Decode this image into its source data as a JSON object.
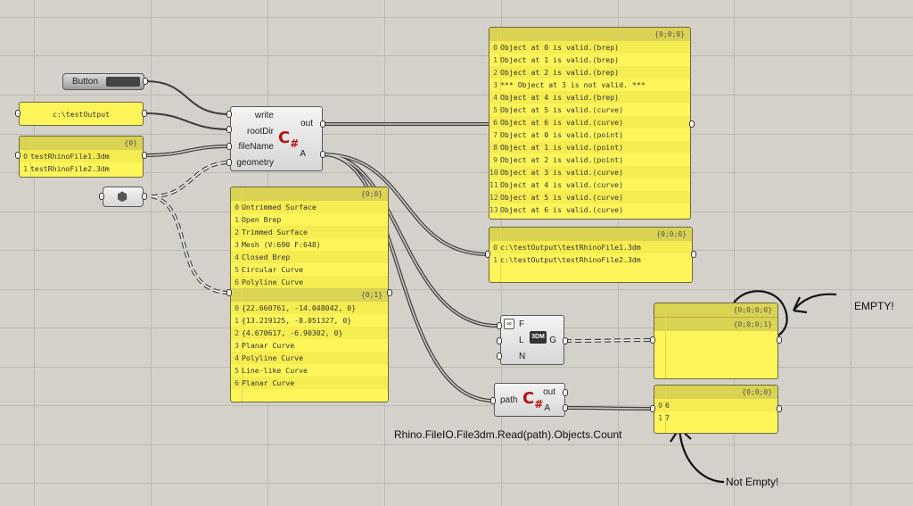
{
  "button": {
    "label": "Button"
  },
  "root_dir_panel": {
    "value": "c:\\testOutput"
  },
  "filenames_panel": {
    "path": "{0}",
    "rows": [
      "testRhinoFile1.3dm",
      "testRhinoFile2.3dm"
    ]
  },
  "csharp_main": {
    "inputs": [
      "write",
      "rootDir",
      "fileName",
      "geometry"
    ],
    "outputs": [
      "out",
      "A"
    ],
    "icon": "C#"
  },
  "out_panel": {
    "path": "{0;0;0}",
    "rows": [
      "Object at 0 is valid.(brep)",
      "Object at 1 is valid.(brep)",
      "Object at 2 is valid.(brep)",
      "*** Object at 3 is not valid. ***",
      "Object at 4 is valid.(brep)",
      "Object at 5 is valid.(curve)",
      "Object at 6 is valid.(curve)",
      "Object at 0 is valid.(point)",
      "Object at 1 is valid.(point)",
      "Object at 2 is valid.(point)",
      "Object at 3 is valid.(curve)",
      "Object at 4 is valid.(curve)",
      "Object at 5 is valid.(curve)",
      "Object at 6 is valid.(curve)"
    ]
  },
  "paths_panel": {
    "path": "{0;0;0}",
    "rows": [
      "c:\\testOutput\\testRhinoFile1.3dm",
      "c:\\testOutput\\testRhinoFile2.3dm"
    ]
  },
  "geometry_panel": {
    "branches": [
      {
        "path": "{0;0}",
        "rows": [
          "Untrimmed Surface",
          "Open Brep",
          "Trimmed Surface",
          "Mesh (V:690  F:648)",
          "Closed Brep",
          "Circular Curve",
          "Polyline Curve"
        ]
      },
      {
        "path": "{0;1}",
        "rows": [
          "{22.660761, -14.048042, 0}",
          "{13.219125, -8.051327, 0}",
          "{4.670617, -6.90302, 0}",
          "Planar Curve",
          "Polyline Curve",
          "Line-like Curve",
          "Planar Curve"
        ]
      }
    ]
  },
  "import_3dm": {
    "inputs": [
      "F",
      "L",
      "N"
    ],
    "outputs": [
      "G"
    ],
    "icon": "3DM"
  },
  "import_panel": {
    "paths": [
      "{0;0;0;0}",
      "{0;0;0;1}"
    ]
  },
  "csharp_count": {
    "inputs": [
      "path"
    ],
    "outputs": [
      "out",
      "A"
    ],
    "icon": "C#",
    "caption": "Rhino.FileIO.File3dm.Read(path).Objects.Count"
  },
  "count_panel": {
    "path": "{0;0;0}",
    "rows": [
      "6",
      "7"
    ]
  },
  "annotations": {
    "empty": "EMPTY!",
    "not_empty": "Not Empty!"
  }
}
